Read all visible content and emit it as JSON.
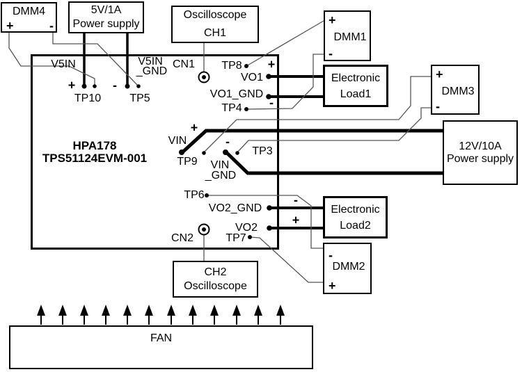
{
  "signs": {
    "plus": "+",
    "minus": "-"
  },
  "board": {
    "name_line1": "HPA178",
    "name_line2": "TPS51124EVM-001"
  },
  "connectors": {
    "cn1": "CN1",
    "cn2": "CN2"
  },
  "test_points": {
    "tp3": "TP3",
    "tp4": "TP4",
    "tp5": "TP5",
    "tp6": "TP6",
    "tp7": "TP7",
    "tp8": "TP8",
    "tp9": "TP9",
    "tp10": "TP10"
  },
  "nets": {
    "v5in": "V5IN",
    "v5in_gnd_line1": "V5IN",
    "v5in_gnd_line2": "_GND",
    "vo1": "VO1",
    "vo1_gnd": "VO1_GND",
    "vin": "VIN",
    "vin_gnd_line1": "VIN",
    "vin_gnd_line2": "_GND",
    "vo2": "VO2",
    "vo2_gnd": "VO2_GND"
  },
  "instruments": {
    "dmm1": {
      "name": "DMM1"
    },
    "dmm2": {
      "name": "DMM2"
    },
    "dmm3": {
      "name": "DMM3"
    },
    "dmm4": {
      "name": "DMM4"
    },
    "ps_5v": {
      "line1": "5V/1A",
      "line2": "Power supply"
    },
    "ps_12v": {
      "line1": "12V/10A",
      "line2": "Power supply"
    },
    "scope_ch1": {
      "line1": "Oscilloscope",
      "line2": "CH1"
    },
    "scope_ch2": {
      "line1": "CH2",
      "line2": "Oscilloscope"
    },
    "load1": {
      "line1": "Electronic",
      "line2": "Load1"
    },
    "load2": {
      "line1": "Electronic",
      "line2": "Load2"
    },
    "fan": {
      "name": "FAN"
    }
  },
  "colors": {
    "background": "#ffffff",
    "outline": "#000000",
    "wire_thick": "#000000",
    "wire_thin": "#555555"
  }
}
